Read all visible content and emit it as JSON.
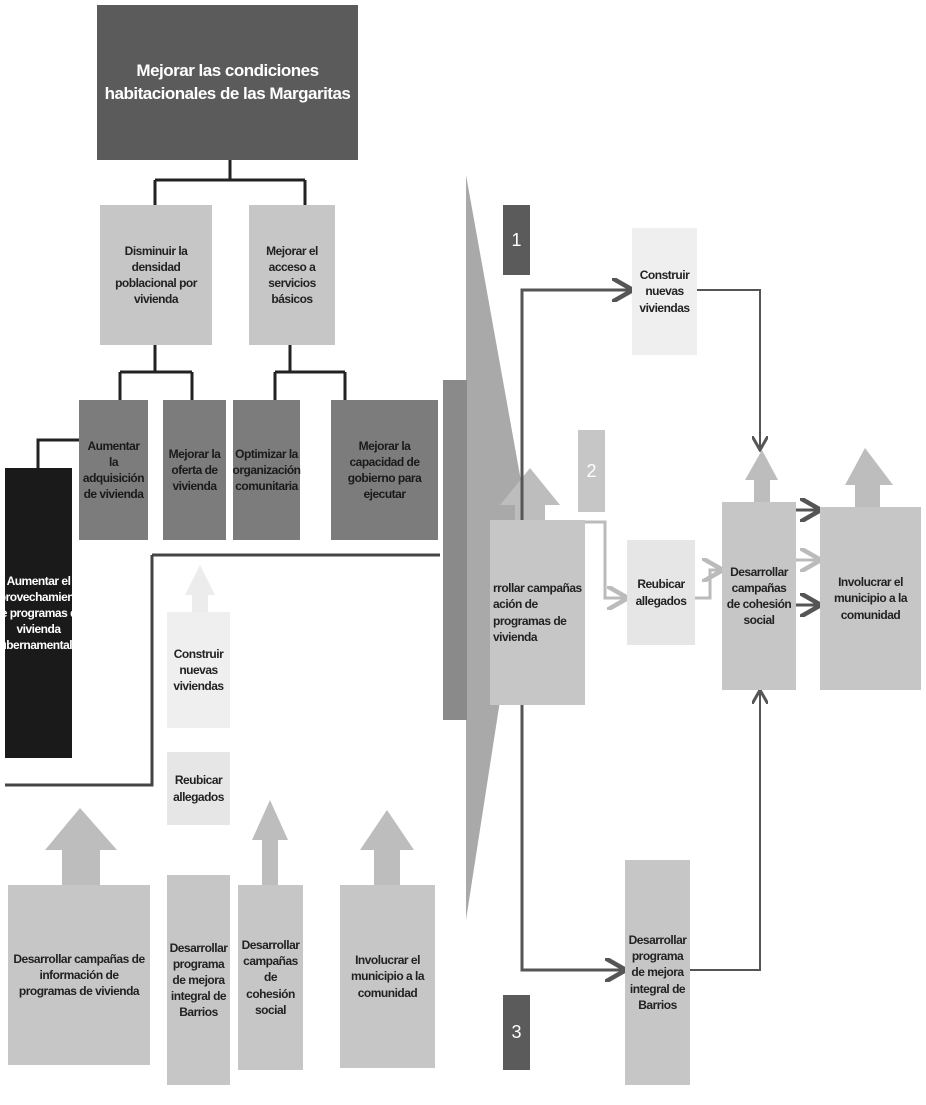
{
  "tree": {
    "root": "Mejorar las condiciones habitacionales de las Margaritas",
    "level1": [
      "Disminuir la densidad poblacional por vivienda",
      "Mejorar el acceso a servicios básicos"
    ],
    "level2": [
      "Aumentar la adquisición de vivienda",
      "Mejorar la oferta de vivienda",
      "Optimizar la organización comunitaria",
      "Mejorar la capacidad de gobierno para ejecutar"
    ],
    "level3": "Aumentar el aprovechamiento de programas de vivienda gubernamentales",
    "actions": [
      "Construir nuevas viviendas",
      "Reubicar allegados",
      "Desarrollar campañas de información de programas de vivienda",
      "Desarrollar programa de mejora integral de Barrios",
      "Desarrollar campañas de cohesión social",
      "Involucrar el municipio a la comunidad"
    ]
  },
  "flow": {
    "badges": [
      "1",
      "2",
      "3"
    ],
    "start": "rrollar campañas ación de programas de vivienda",
    "construir": "Construir nuevas viviendas",
    "reubicar": "Reubicar allegados",
    "cohesion": "Desarrollar campañas de cohesión social",
    "involucrar": "Involucrar el municipio a la comunidad",
    "programa": "Desarrollar programa de mejora integral de Barrios"
  },
  "colors": {
    "dark": "#5b5b5b",
    "mid": "#7c7c7c",
    "light": "#c6c6c6",
    "black": "#1a1a1a"
  }
}
